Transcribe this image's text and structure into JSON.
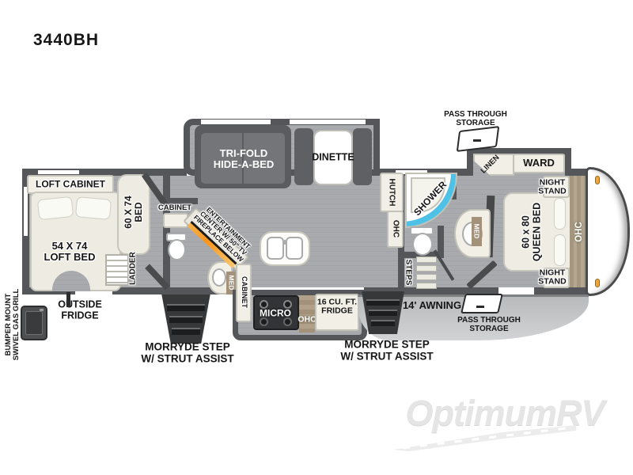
{
  "title": "3440BH",
  "watermark": "OptimumRV",
  "colors": {
    "wall": "#54565a",
    "floor": "#a8aaad",
    "cream": "#f1efe6",
    "dark_furniture": "#5e6063",
    "shower_blue": "#4ec1e6",
    "fire_orange": "#f7941d",
    "marker_light": "#f2a33c",
    "wood": "#a3917a"
  },
  "loft": {
    "cabinet": "LOFT CABINET",
    "bed54": [
      "54 X 74",
      "LOFT BED"
    ],
    "bed60": [
      "60 X 74",
      "BED"
    ],
    "ladder": "LADDER"
  },
  "midbath": {
    "cabinet": "CABINET",
    "med": "MED"
  },
  "entertainment": [
    "ENTERTAINMENT",
    "CENTER W/ 50\" TV",
    "FIREPLACE BELOW"
  ],
  "pantry": {
    "cabinet": "CABINET"
  },
  "kitchen": {
    "micro": "MICRO",
    "ohc": "OHC",
    "fridge": [
      "16 CU. FT.",
      "FRIDGE"
    ]
  },
  "living": {
    "trifold": [
      "TRI-FOLD",
      "HIDE-A-BED"
    ],
    "dinette": "DINETTE",
    "hutch": "HUTCH",
    "hutch_ohc": "OHC"
  },
  "bath": {
    "shower": "SHOWER",
    "steps": "STEPS",
    "med": "MED"
  },
  "bedroom": {
    "queen": [
      "60 x 80",
      "QUEEN BED"
    ],
    "night": [
      "NIGHT",
      "STAND"
    ],
    "ward": "WARD",
    "linen": "LINEN",
    "ohc_front": "OHC"
  },
  "exterior": {
    "pass": [
      "PASS THROUGH",
      "STORAGE"
    ],
    "awning": "14' AWNING",
    "outside_fridge": [
      "OUTSIDE",
      "FRIDGE"
    ],
    "grill": [
      "BUMPER MOUNT",
      "SWIVEL GAS GRILL"
    ],
    "step": [
      "MORRYDE STEP",
      "W/ STRUT ASSIST"
    ]
  }
}
